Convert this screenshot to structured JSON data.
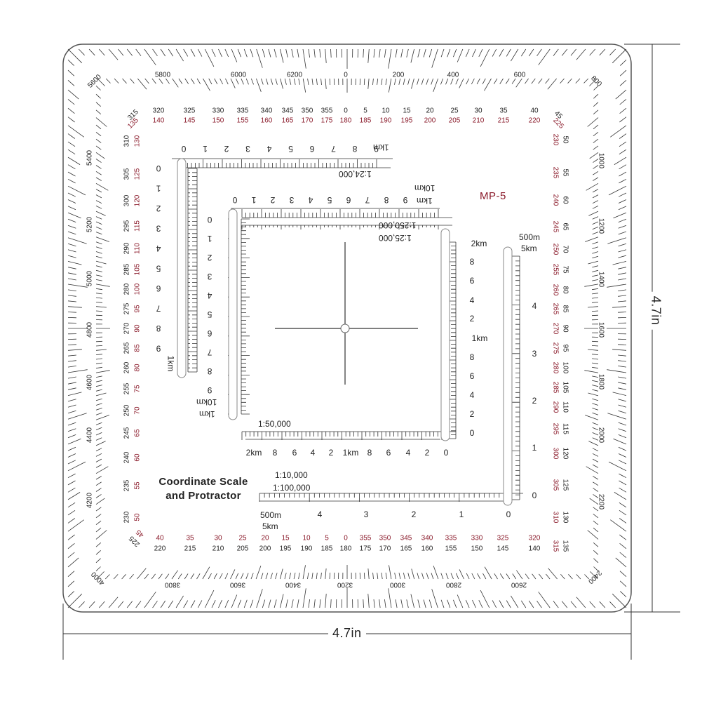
{
  "dimensions": {
    "width_label": "4.7in",
    "height_label": "4.7in"
  },
  "product": {
    "model": "MP-5",
    "title_line1": "Coordinate Scale",
    "title_line2": "and Protractor"
  },
  "mils": {
    "top": [
      "5600",
      "5800",
      "6000",
      "6200",
      "0",
      "200",
      "400",
      "600",
      "800"
    ],
    "right": [
      "1000",
      "1200",
      "1400",
      "1600",
      "1800",
      "2000",
      "2200",
      "2400"
    ],
    "bottom": [
      "4000",
      "3800",
      "3600",
      "3400",
      "3200",
      "3000",
      "2800",
      "2600"
    ],
    "left": [
      "5400",
      "5200",
      "5000",
      "4800",
      "4600",
      "4400",
      "4200"
    ]
  },
  "degrees": {
    "top_outer": [
      "315",
      "320",
      "325",
      "330",
      "335",
      "340",
      "345",
      "350",
      "355",
      "0",
      "5",
      "10",
      "15",
      "20",
      "25",
      "30",
      "35",
      "40",
      "45"
    ],
    "top_inner": [
      "135",
      "140",
      "145",
      "150",
      "155",
      "160",
      "165",
      "170",
      "175",
      "180",
      "185",
      "190",
      "195",
      "200",
      "205",
      "210",
      "215",
      "220",
      "225"
    ],
    "right_inner": [
      "230",
      "235",
      "240",
      "245",
      "250",
      "255",
      "260",
      "265",
      "270",
      "275",
      "280",
      "285",
      "290",
      "295",
      "300",
      "305",
      "310",
      "315"
    ],
    "right_outer": [
      "50",
      "55",
      "60",
      "65",
      "70",
      "75",
      "80",
      "85",
      "90",
      "95",
      "100",
      "105",
      "110",
      "115",
      "120",
      "125",
      "130",
      "135"
    ],
    "bottom_outer": [
      "40",
      "35",
      "30",
      "25",
      "20",
      "15",
      "10",
      "5",
      "0",
      "355",
      "350",
      "345",
      "340",
      "335",
      "330",
      "325",
      "320"
    ],
    "bottom_inner": [
      "220",
      "215",
      "210",
      "205",
      "200",
      "195",
      "190",
      "185",
      "180",
      "175",
      "170",
      "165",
      "160",
      "155",
      "150",
      "145",
      "140"
    ],
    "left_outer": [
      "310",
      "305",
      "300",
      "295",
      "290",
      "285",
      "280",
      "275",
      "270",
      "265",
      "260",
      "255",
      "250",
      "245",
      "240",
      "235",
      "230"
    ],
    "left_inner": [
      "130",
      "125",
      "120",
      "115",
      "110",
      "105",
      "100",
      "95",
      "90",
      "85",
      "80",
      "75",
      "70",
      "65",
      "60",
      "55",
      "50"
    ],
    "corner_bl_outer": "45",
    "corner_bl_inner": "225"
  },
  "scales": {
    "s24k": {
      "label": "1:24,000",
      "unit": "1km",
      "ticks": [
        "0",
        "1",
        "2",
        "3",
        "4",
        "5",
        "6",
        "7",
        "8",
        "9"
      ]
    },
    "s24k_vertical_ticks": [
      "0",
      "1",
      "2",
      "3",
      "4",
      "5",
      "6",
      "7",
      "8",
      "9"
    ],
    "s250k": {
      "label": "1:250,000",
      "label2": "1:25,000",
      "unit_top": "1km",
      "unit_bottom": "10km",
      "ticks": [
        "0",
        "1",
        "2",
        "3",
        "4",
        "5",
        "6",
        "7",
        "8",
        "9"
      ]
    },
    "s250k_vertical_ticks": [
      "0",
      "1",
      "2",
      "3",
      "4",
      "5",
      "6",
      "7",
      "8",
      "9"
    ],
    "s50k": {
      "label": "1:50,000",
      "ticks": [
        "2km",
        "8",
        "6",
        "4",
        "2",
        "1km",
        "8",
        "6",
        "4",
        "2",
        "0"
      ]
    },
    "s50k_vertical": {
      "top": "2km",
      "mid": "1km",
      "ticks": [
        "8",
        "6",
        "4",
        "2",
        "8",
        "6",
        "4",
        "2",
        "0"
      ]
    },
    "s10k": {
      "label": "1:10,000",
      "label2": "1:100,000",
      "unit_top": "500m",
      "unit_bottom": "5km",
      "ticks": [
        "4",
        "3",
        "2",
        "1",
        "0"
      ]
    },
    "s10k_vertical": {
      "unit_top": "500m",
      "unit_bottom": "5km",
      "ticks": [
        "4",
        "3",
        "2",
        "1",
        "0"
      ]
    }
  }
}
